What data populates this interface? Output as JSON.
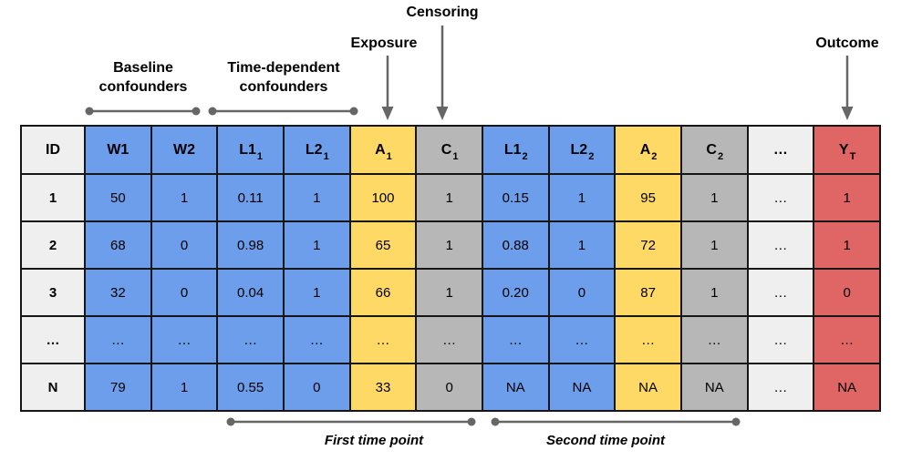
{
  "colors": {
    "blue": "#6d9eeb",
    "yellow": "#ffd966",
    "gray": "#b7b7b7",
    "light_gray": "#efefef",
    "red": "#e06666",
    "line_gray": "#666666",
    "border": "#161616"
  },
  "annotations": {
    "baseline_confounders": {
      "line1": "Baseline",
      "line2": "confounders"
    },
    "time_dependent_confounders": {
      "line1": "Time-dependent",
      "line2": "confounders"
    },
    "exposure": "Exposure",
    "censoring": "Censoring",
    "outcome": "Outcome",
    "first_time_point": "First time point",
    "second_time_point": "Second time point"
  },
  "table": {
    "column_color_keys": [
      "light",
      "blue",
      "blue",
      "blue",
      "blue",
      "yellow",
      "gray",
      "blue",
      "blue",
      "yellow",
      "gray",
      "light",
      "red"
    ],
    "columns": [
      {
        "base": "ID",
        "sub": ""
      },
      {
        "base": "W1",
        "sub": ""
      },
      {
        "base": "W2",
        "sub": ""
      },
      {
        "base": "L1",
        "sub": "1"
      },
      {
        "base": "L2",
        "sub": "1"
      },
      {
        "base": "A",
        "sub": "1"
      },
      {
        "base": "C",
        "sub": "1"
      },
      {
        "base": "L1",
        "sub": "2"
      },
      {
        "base": "L2",
        "sub": "2"
      },
      {
        "base": "A",
        "sub": "2"
      },
      {
        "base": "C",
        "sub": "2"
      },
      {
        "base": "…",
        "sub": ""
      },
      {
        "base": "Y",
        "sub": "T"
      }
    ],
    "rows": [
      {
        "cells": [
          "1",
          "50",
          "1",
          "0.11",
          "1",
          "100",
          "1",
          "0.15",
          "1",
          "95",
          "1",
          "…",
          "1"
        ]
      },
      {
        "cells": [
          "2",
          "68",
          "0",
          "0.98",
          "1",
          "65",
          "1",
          "0.88",
          "1",
          "72",
          "1",
          "…",
          "1"
        ]
      },
      {
        "cells": [
          "3",
          "32",
          "0",
          "0.04",
          "1",
          "66",
          "1",
          "0.20",
          "0",
          "87",
          "1",
          "…",
          "0"
        ]
      },
      {
        "cells": [
          "…",
          "…",
          "…",
          "…",
          "…",
          "…",
          "…",
          "…",
          "…",
          "…",
          "…",
          "…",
          "…"
        ]
      },
      {
        "cells": [
          "N",
          "79",
          "1",
          "0.55",
          "0",
          "33",
          "0",
          "NA",
          "NA",
          "NA",
          "NA",
          "…",
          "NA"
        ]
      }
    ]
  }
}
